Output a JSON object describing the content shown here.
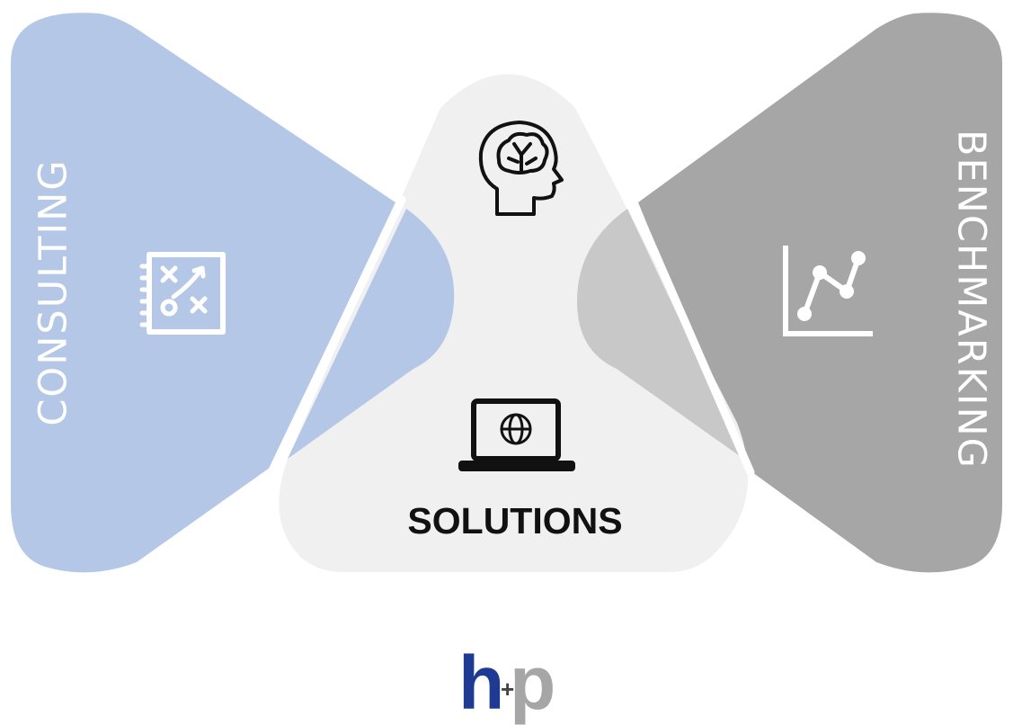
{
  "segments": {
    "consulting": {
      "label": "CONSULTING",
      "color": "#b4c7e7",
      "icon": "strategy-board-icon"
    },
    "solutions": {
      "label": "SOLUTIONS",
      "color": "#f0f0f0",
      "icons": [
        "brain-head-icon",
        "laptop-globe-icon"
      ]
    },
    "benchmarking": {
      "label": "BENCHMARKING",
      "color": "#a6a6a6",
      "icon": "line-chart-icon"
    }
  },
  "logo": {
    "h": "h",
    "plus": "+",
    "p": "p",
    "h_color": "#1f3a93",
    "p_color": "#a6a6a6"
  }
}
